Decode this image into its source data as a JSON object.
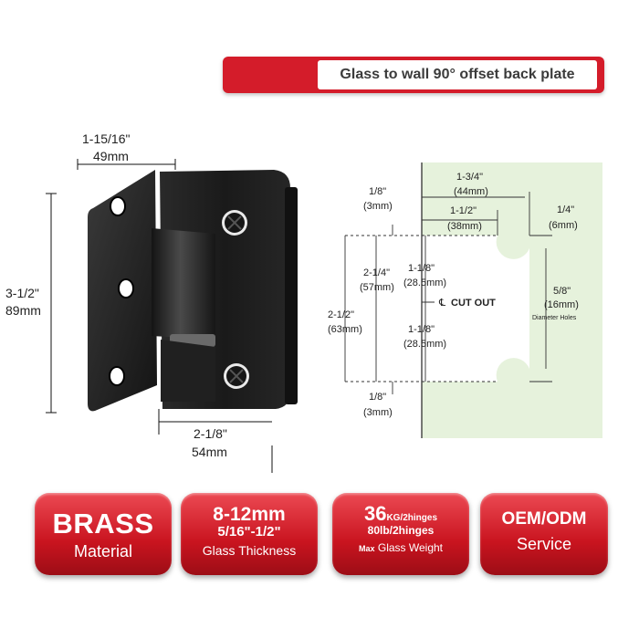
{
  "title": "Glass to wall 90° offset back plate",
  "left_dims": {
    "width_in": "1-15/16\"",
    "width_mm": "49mm",
    "height_in": "3-1/2\"",
    "height_mm": "89mm",
    "depth_in": "2-1/8\"",
    "depth_mm": "54mm"
  },
  "cutout": {
    "top_gap_in": "1/8\"",
    "top_gap_mm": "(3mm)",
    "total_width_in": "1-3/4\"",
    "total_width_mm": "(44mm)",
    "inner_width_in": "1-1/2\"",
    "inner_width_mm": "(38mm)",
    "radius_in": "1/4\"",
    "radius_mm": "(6mm)",
    "height_in": "2-1/4\"",
    "height_mm": "(57mm)",
    "outer_height_in": "2-1/2\"",
    "outer_height_mm": "(63mm)",
    "upper_half_in": "1-1/8\"",
    "upper_half_mm": "(28.5mm)",
    "lower_half_in": "1-1/8\"",
    "lower_half_mm": "(28.5mm)",
    "center_label": "CUT OUT",
    "hole_in": "5/8\"",
    "hole_mm": "(16mm)",
    "hole_note": "Diameter Holes",
    "bottom_gap_in": "1/8\"",
    "bottom_gap_mm": "(3mm)"
  },
  "badges": {
    "material_big": "BRASS",
    "material_sub": "Material",
    "thickness_big": "8-12mm",
    "thickness_mid": "5/16\"-1/2\"",
    "thickness_sub": "Glass Thickness",
    "weight_big": "36",
    "weight_small": "KG/2hinges",
    "weight_mid": "80lb/2hinges",
    "weight_prefix": "Max",
    "weight_sub": "Glass Weight",
    "service_big": "OEM/ODM",
    "service_sub": "Service"
  },
  "colors": {
    "accent_red": "#d41c2a",
    "glass_green": "#e6f2dc",
    "hinge_black": "#1c1c1c"
  }
}
